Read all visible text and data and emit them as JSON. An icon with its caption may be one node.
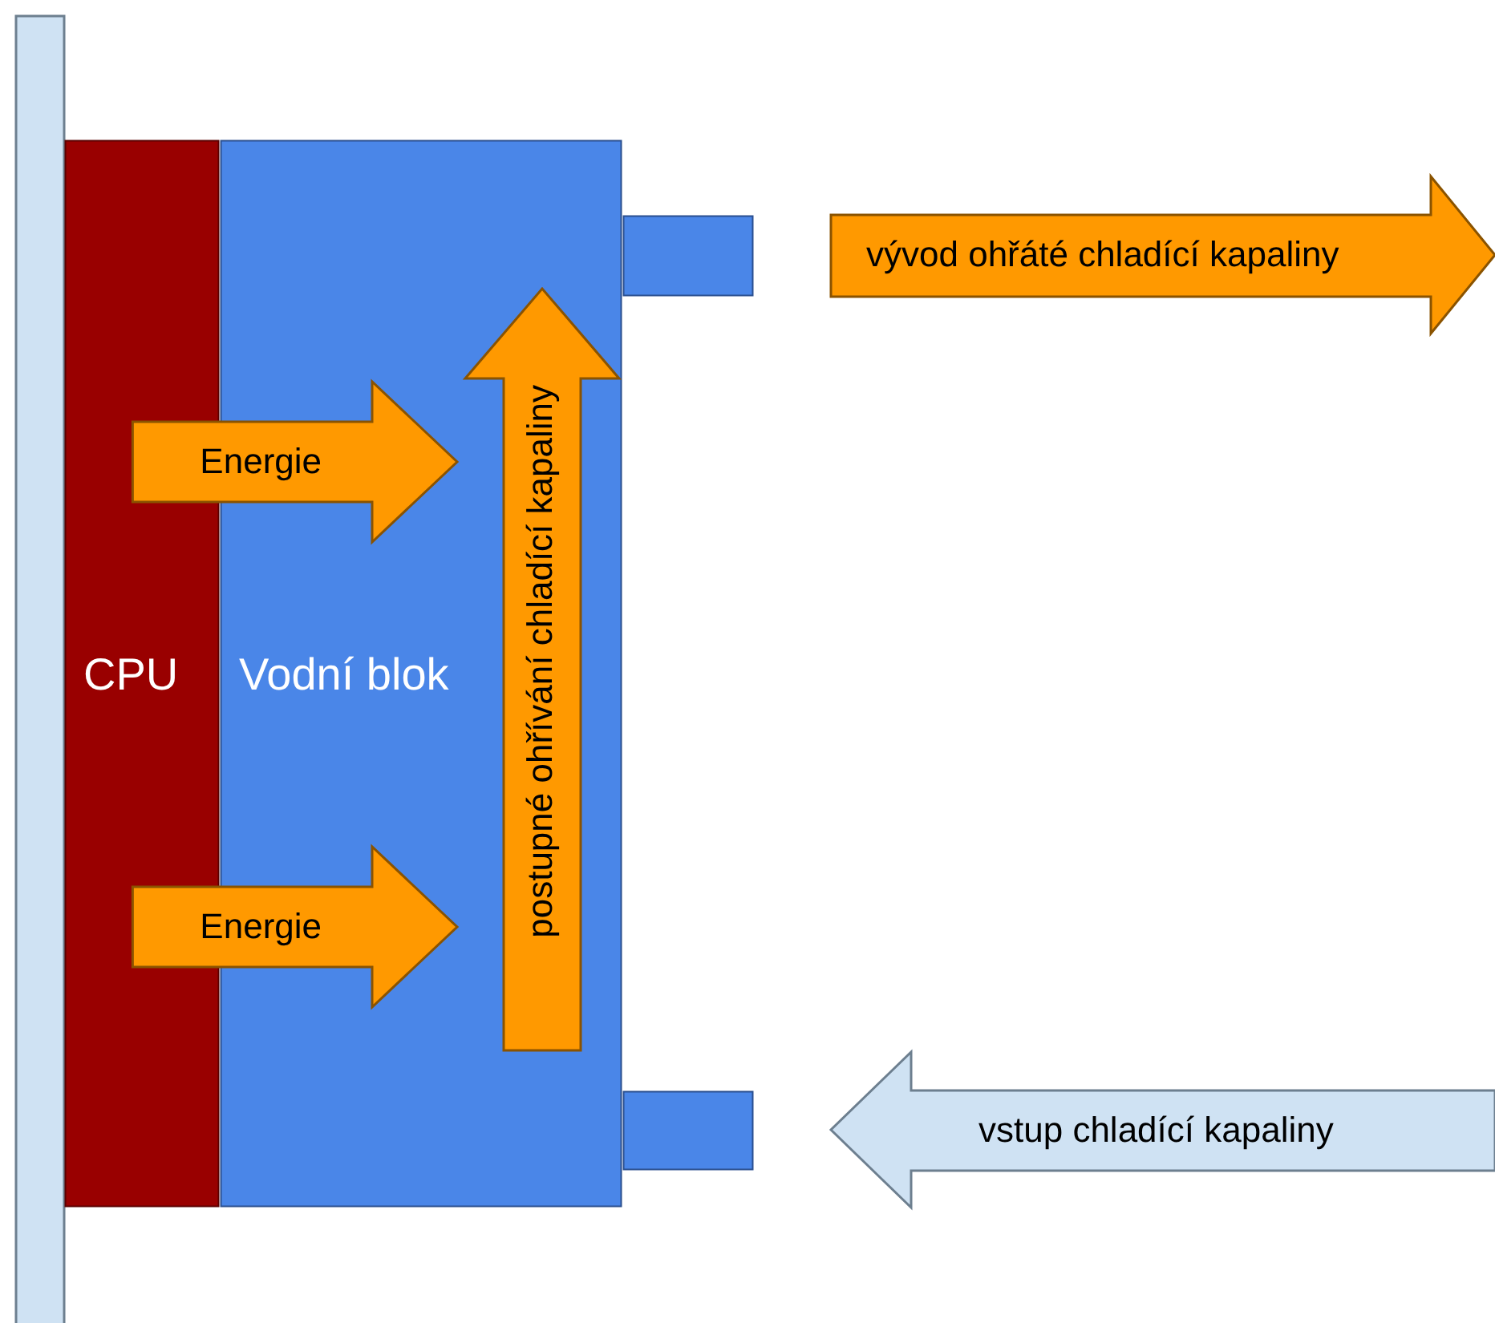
{
  "diagram": {
    "nodes": [
      {
        "text": [
          "CPU"
        ]
      },
      {
        "text": [
          "Vodní blok"
        ]
      },
      {
        "text": [
          "postupné ohřívání chladící kapaliny"
        ],
        "in": 1
      },
      {
        "text": [
          "vývod ohřáté chladící kapaliny"
        ]
      },
      {
        "text": [
          "vstup chladící kapaliny"
        ]
      },
      {
        "text": [],
        "shape": "box"
      },
      {
        "text": [],
        "shape": "box"
      }
    ],
    "edges": [
      {
        "from": 0,
        "to": 2,
        "arrow": "to",
        "label": "Energie"
      },
      {
        "from": 0,
        "to": 2,
        "arrow": "to",
        "label": "Energie"
      }
    ]
  }
}
